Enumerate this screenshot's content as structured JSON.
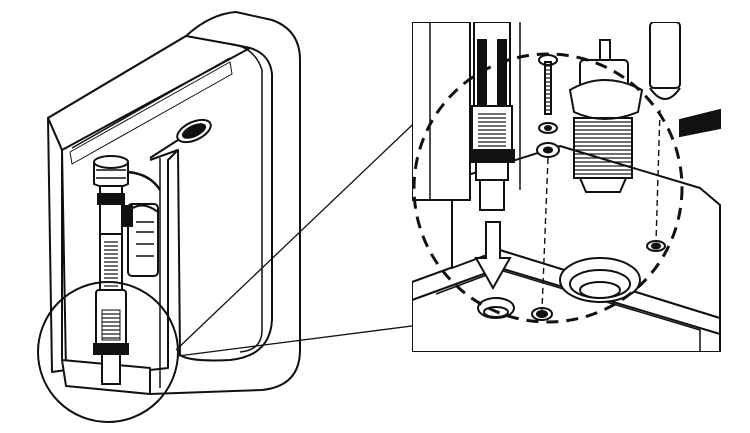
{
  "figure": {
    "colors": {
      "line": "#111111",
      "fill": "#ffffff",
      "shade": "#2b2b2b"
    },
    "parts": {
      "tank": "toilet-tank-cutaway",
      "fill_valve": "fill-valve",
      "float_cup": "float-cup",
      "flush_valve": "flush-valve",
      "tank_bolt": "tank-bolt",
      "washers": "rubber-and-metal-washers",
      "down_arrow": "insertion-direction-arrow",
      "mounting_holes": "tank-floor-holes"
    }
  }
}
